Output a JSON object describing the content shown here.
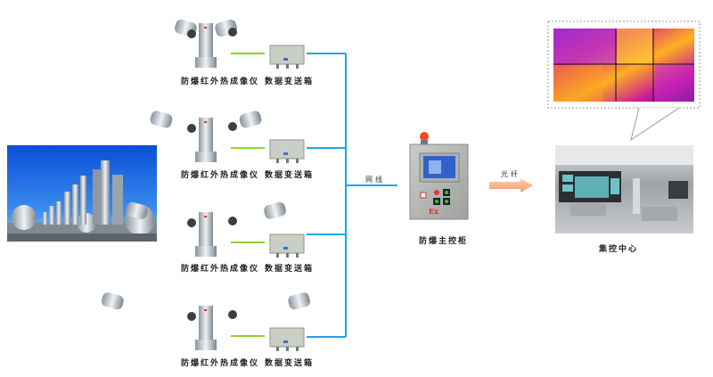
{
  "diagram": {
    "title": "防爆红外热成像监控系统拓扑",
    "colors": {
      "network_cable": "#19a7e6",
      "camera_link": "#8ad42a",
      "fiber_arrow": "#f7a97c",
      "callout_border": "#999999"
    },
    "site": {
      "name": "plant-photo",
      "description": "petrochemical plant"
    },
    "camera_units": [
      {
        "camera_label": "防爆红外热成像仪",
        "box_label": "数据变送箱"
      },
      {
        "camera_label": "防爆红外热成像仪",
        "box_label": "数据变送箱"
      },
      {
        "camera_label": "防爆红外热成像仪",
        "box_label": "数据变送箱"
      },
      {
        "camera_label": "防爆红外热成像仪",
        "box_label": "数据变送箱"
      }
    ],
    "network_label": "网线",
    "cabinet_label": "防爆主控柜",
    "cabinet_marking": "Ex",
    "fiber_label": "光纤",
    "center_label": "集控中心"
  }
}
